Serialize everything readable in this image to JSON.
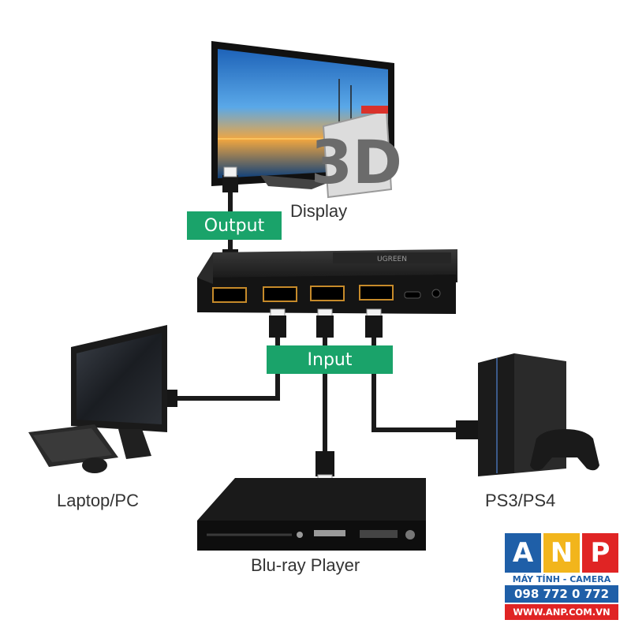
{
  "labels": {
    "display": "Display",
    "output": "Output",
    "input": "Input",
    "laptop": "Laptop/PC",
    "ps": "PS3/PS4",
    "bluray": "Blu-ray Player",
    "tv_3d": "3D",
    "brand": "UGREEN"
  },
  "logo": {
    "letters": [
      "A",
      "N",
      "P"
    ],
    "tagline": "MÁY TÍNH - CAMERA",
    "phone": "098 772 0 772",
    "website": "WWW.ANP.COM.VN"
  },
  "colors": {
    "tag_green": "#1aa36a",
    "cable": "#1a1a1a",
    "device": "#1c1c1c",
    "label_text": "#333333",
    "logo_red": "#e02424",
    "logo_blue": "#1f5fa8",
    "logo_yellow": "#f2b51c"
  }
}
